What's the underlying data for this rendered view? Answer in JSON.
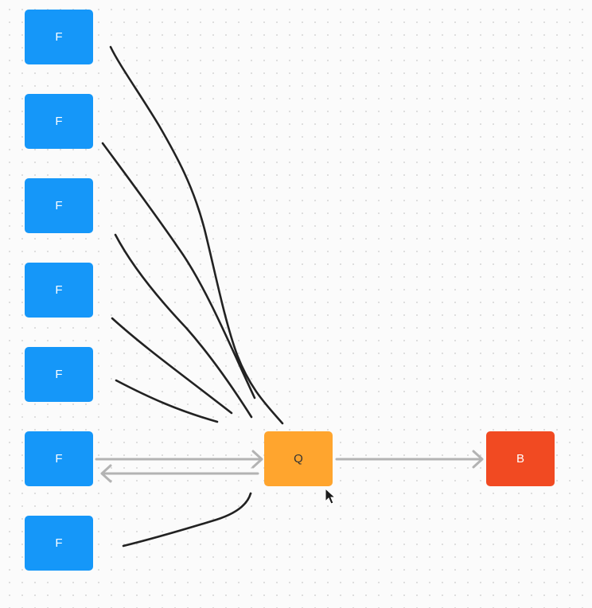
{
  "colors": {
    "background": "#fbfbfb",
    "grid_dot": "#d6d6d6",
    "f_node": "#1597f9",
    "q_node": "#ffa52e",
    "b_node": "#f14a22",
    "arrow": "#b3b3b3",
    "ink": "#222222",
    "f_text": "#ffffff",
    "q_text": "#333333",
    "b_text": "#ffffff"
  },
  "nodes": {
    "f_nodes": [
      {
        "label": "F"
      },
      {
        "label": "F"
      },
      {
        "label": "F"
      },
      {
        "label": "F"
      },
      {
        "label": "F"
      },
      {
        "label": "F"
      },
      {
        "label": "F"
      }
    ],
    "q_node": {
      "label": "Q"
    },
    "b_node": {
      "label": "B"
    }
  },
  "icons": {
    "cursor": "mouse-pointer-arrow-icon"
  }
}
